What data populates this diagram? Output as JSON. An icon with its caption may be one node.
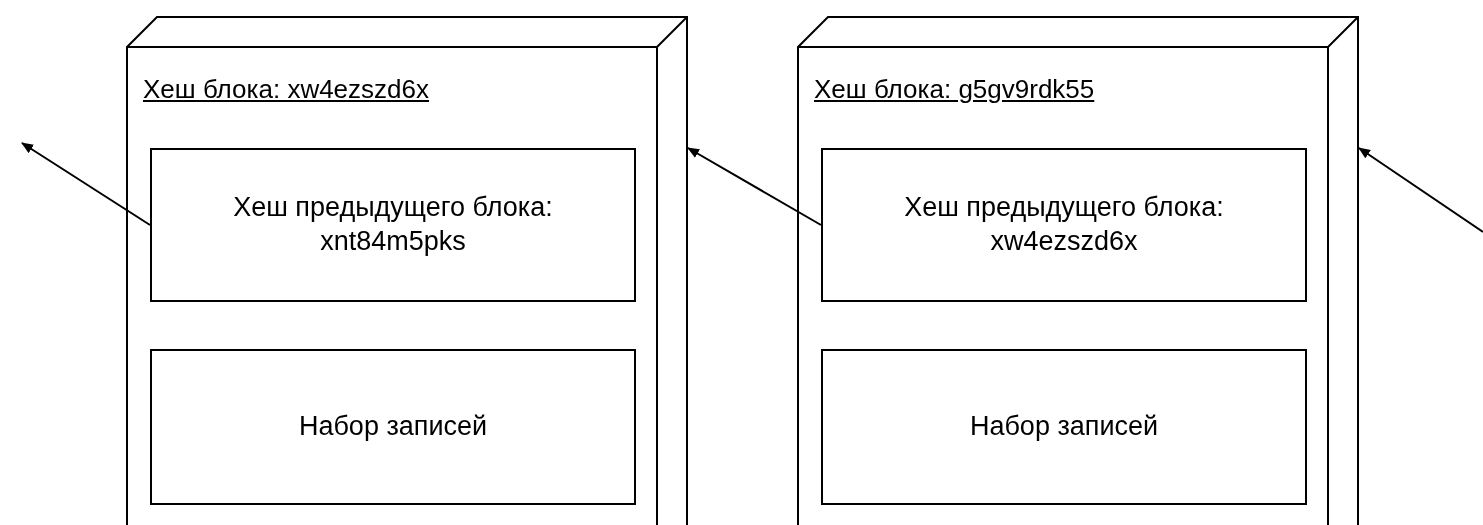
{
  "diagram": {
    "nodes": [
      {
        "text": [
          "Хеш блока: xw4ezszd6x"
        ]
      },
      {
        "text": [
          "Хеш предыдущего блока: xnt84m5pks"
        ],
        "in": 0
      },
      {
        "text": [
          "Набор записей"
        ],
        "in": 0
      },
      {
        "text": [
          "Хеш блока: g5gv9rdk55"
        ]
      },
      {
        "text": [
          "Хеш предыдущего блока: xw4ezszd6x"
        ],
        "in": 3
      },
      {
        "text": [
          "Набор записей"
        ],
        "in": 3
      }
    ],
    "edges": [
      {
        "from": 1,
        "to": null,
        "arrow": "to"
      },
      {
        "from": 4,
        "to": 0,
        "arrow": "to"
      },
      {
        "from": null,
        "to": 3,
        "arrow": "to"
      }
    ]
  }
}
